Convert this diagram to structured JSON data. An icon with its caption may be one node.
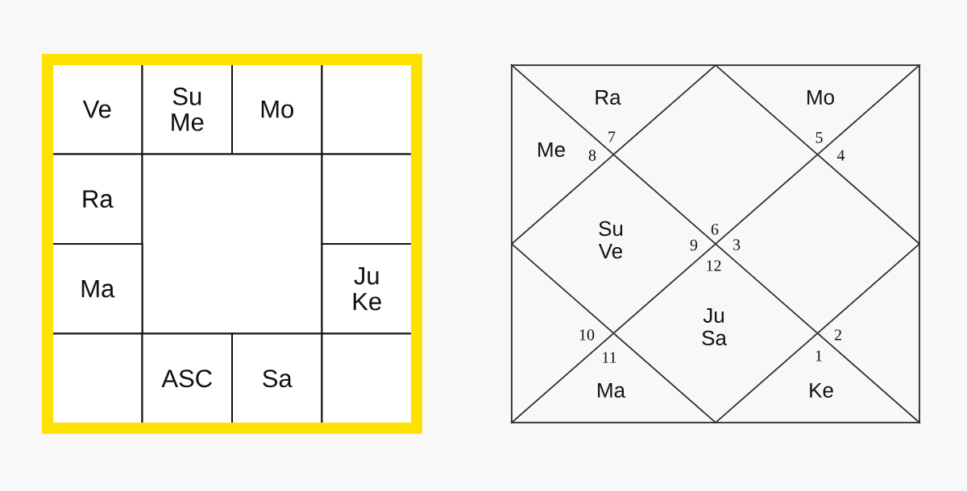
{
  "diagram": {
    "nodes": [
      {
        "text": [],
        "shape": "box"
      },
      {
        "text": [
          "Ve"
        ],
        "in": 0
      },
      {
        "text": [
          "Su Me"
        ],
        "in": 0
      },
      {
        "text": [
          "Mo"
        ],
        "in": 0
      },
      {
        "text": [],
        "shape": "box",
        "in": 0
      },
      {
        "text": [
          "Ra"
        ],
        "in": 0
      },
      {
        "text": [],
        "shape": "box",
        "in": 0
      },
      {
        "text": [],
        "shape": "box",
        "in": 0
      },
      {
        "text": [
          "Ma"
        ],
        "in": 0
      },
      {
        "text": [
          "Ju Ke"
        ],
        "in": 0
      },
      {
        "text": [],
        "shape": "box",
        "in": 0
      },
      {
        "text": [
          "ASC"
        ],
        "in": 0
      },
      {
        "text": [
          "Sa"
        ],
        "in": 0
      },
      {
        "text": [],
        "shape": "box",
        "in": 0
      },
      {
        "text": [],
        "shape": "box"
      },
      {
        "text": [
          "Ra",
          "7"
        ],
        "in": 14
      },
      {
        "text": [
          "Mo",
          "5"
        ],
        "in": 14
      },
      {
        "text": [
          "Me",
          "8"
        ],
        "in": 14
      },
      {
        "text": [
          "6"
        ],
        "in": 14
      },
      {
        "text": [
          "4"
        ],
        "in": 14
      },
      {
        "text": [
          "Su Ve",
          "9"
        ],
        "in": 14
      },
      {
        "text": [
          "3"
        ],
        "in": 14
      },
      {
        "text": [
          "10"
        ],
        "in": 14
      },
      {
        "text": [
          "12",
          "Ju Sa"
        ],
        "in": 14
      },
      {
        "text": [
          "2"
        ],
        "in": 14
      },
      {
        "text": [
          "11",
          "Ma"
        ],
        "in": 14
      },
      {
        "text": [
          "1",
          "Ke"
        ],
        "in": 14
      }
    ]
  }
}
